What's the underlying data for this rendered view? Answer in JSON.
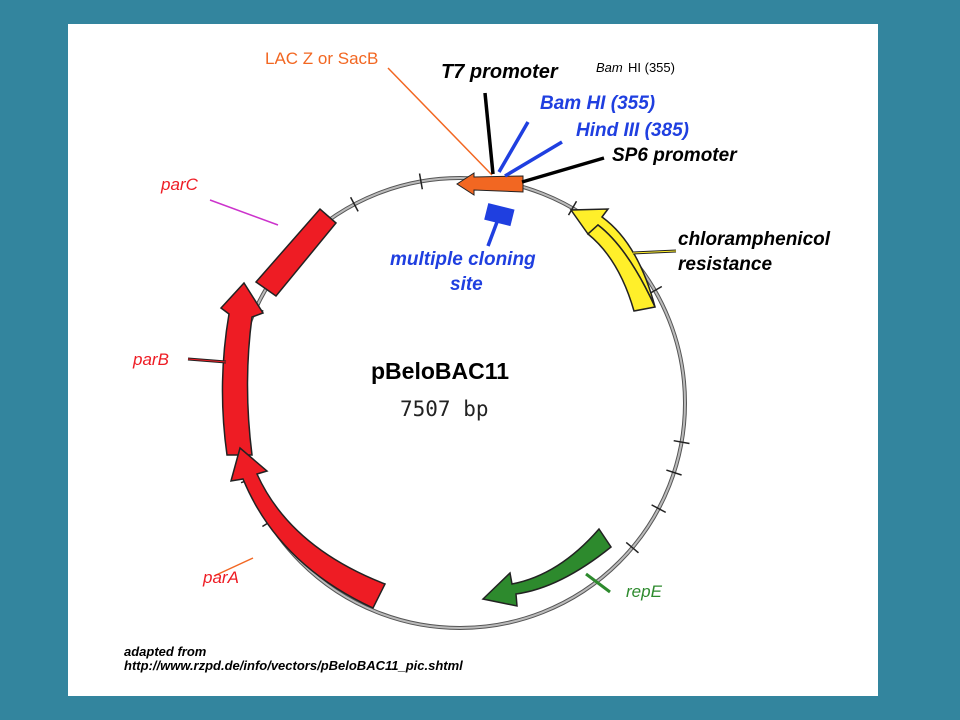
{
  "plasmid": {
    "name": "pBeloBAC11",
    "size": "7507 bp"
  },
  "labels": {
    "lacz": "LAC Z or SacB",
    "t7": "T7 promoter",
    "bam_top": "HI (355)",
    "bam_top_prefix": "Bam",
    "bam": "Bam HI (355)",
    "hind": "Hind III (385)",
    "sp6": "SP6 promoter",
    "mcs_line1": "multiple cloning",
    "mcs_line2": "site",
    "chlor_line1": "chloramphenicol",
    "chlor_line2": "resistance",
    "parC": "parC",
    "parB": "parB",
    "parA": "parA",
    "repE": "repE"
  },
  "footer": {
    "line1": "adapted from",
    "line2": "http://www.rzpd.de/info/vectors/pBeloBAC11_pic.shtml"
  },
  "colors": {
    "background": "#33859e",
    "par_genes": "#ee1c24",
    "lacz": "#f26722",
    "chloramphenicol": "#ffef2a",
    "repE": "#2d8a2d",
    "sites": "#1f3fe0",
    "parC_line": "#cc33cc"
  }
}
